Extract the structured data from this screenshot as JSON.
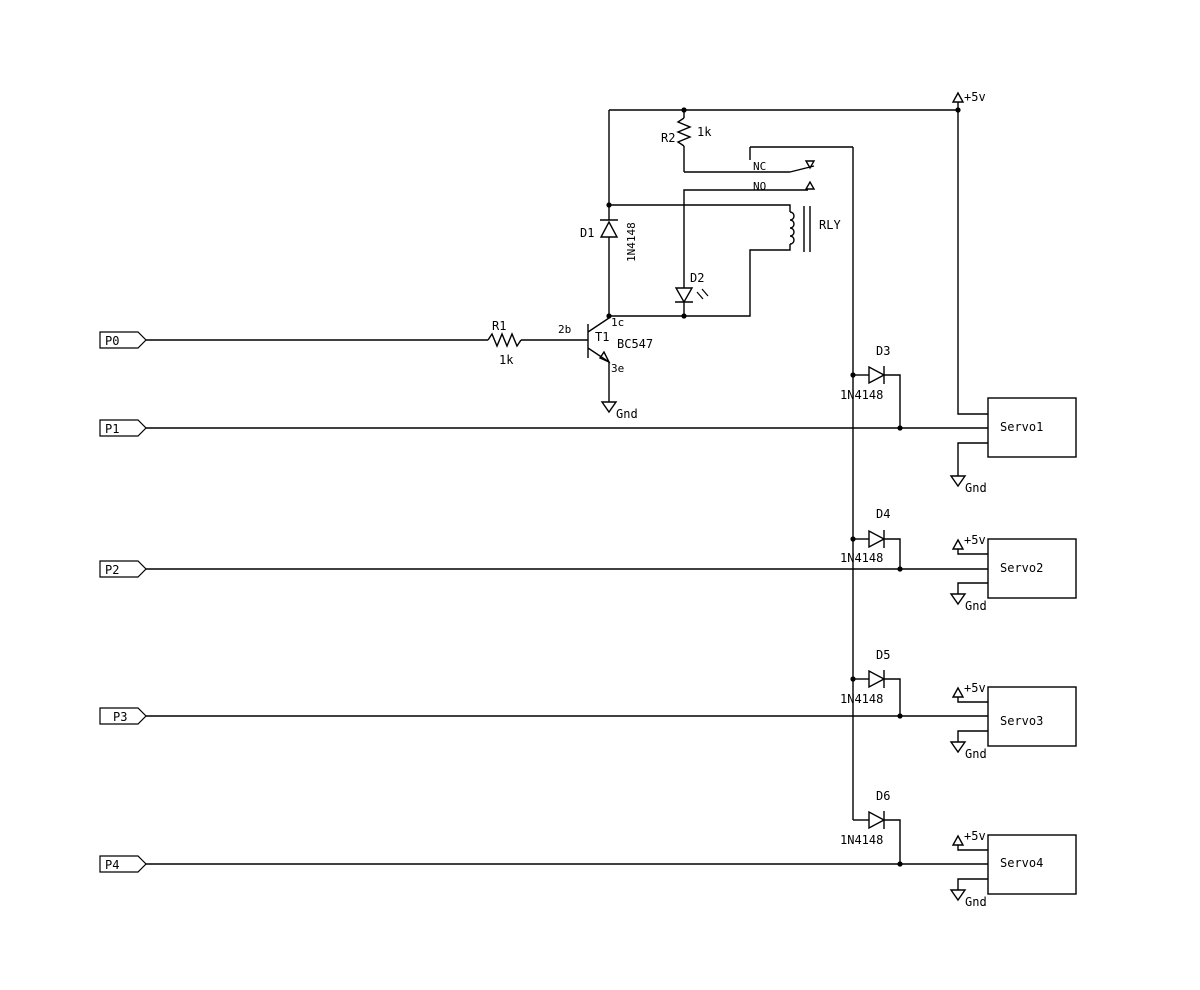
{
  "ports": {
    "p0": "P0",
    "p1": "P1",
    "p2": "P2",
    "p3": "P3",
    "p4": "P4"
  },
  "power": {
    "vcc": "+5v",
    "gnd": "Gnd"
  },
  "transistor": {
    "ref": "T1",
    "part": "BC547",
    "base_pin": "2b",
    "collector_pin": "1c",
    "emitter_pin": "3e"
  },
  "r1": {
    "ref": "R1",
    "value": "1k"
  },
  "r2": {
    "ref": "R2",
    "value": "1k"
  },
  "d1": {
    "ref": "D1",
    "part": "1N4148"
  },
  "d2": {
    "ref": "D2"
  },
  "relay": {
    "ref": "RLY",
    "nc": "NC",
    "no": "NO"
  },
  "diodes": [
    {
      "ref": "D3",
      "part": "1N4148"
    },
    {
      "ref": "D4",
      "part": "1N4148"
    },
    {
      "ref": "D5",
      "part": "1N4148"
    },
    {
      "ref": "D6",
      "part": "1N4148"
    }
  ],
  "servos": [
    {
      "label": "Servo1"
    },
    {
      "label": "Servo2"
    },
    {
      "label": "Servo3"
    },
    {
      "label": "Servo4"
    }
  ]
}
